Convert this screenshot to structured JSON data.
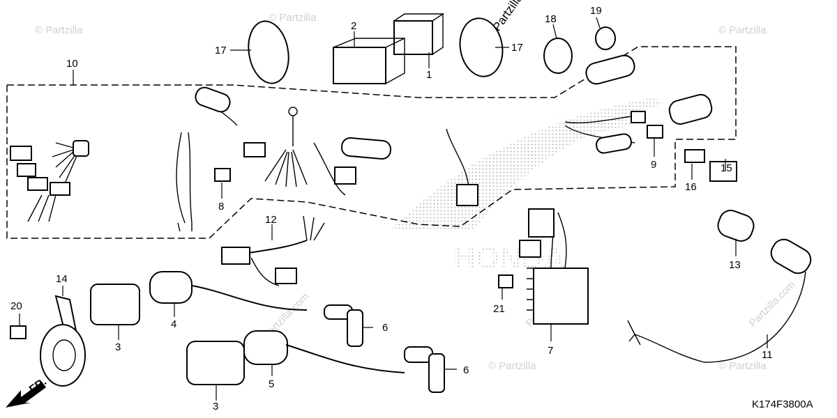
{
  "diagram_code": "K174F3800A",
  "direction_label": "FR.",
  "brand_watermark": "HONDA",
  "copyright_watermark": "© Partzilla",
  "site_watermark": "Partzilla.com",
  "callouts": {
    "p1": "1",
    "p2": "2",
    "p3a": "3",
    "p3b": "3",
    "p4": "4",
    "p5": "5",
    "p6a": "6",
    "p6b": "6",
    "p7": "7",
    "p8": "8",
    "p9": "9",
    "p10": "10",
    "p11": "11",
    "p12": "12",
    "p13": "13",
    "p14": "14",
    "p15": "15",
    "p16": "16",
    "p17a": "17",
    "p17b": "17",
    "p18": "18",
    "p19": "19",
    "p20": "20",
    "p21": "21"
  }
}
